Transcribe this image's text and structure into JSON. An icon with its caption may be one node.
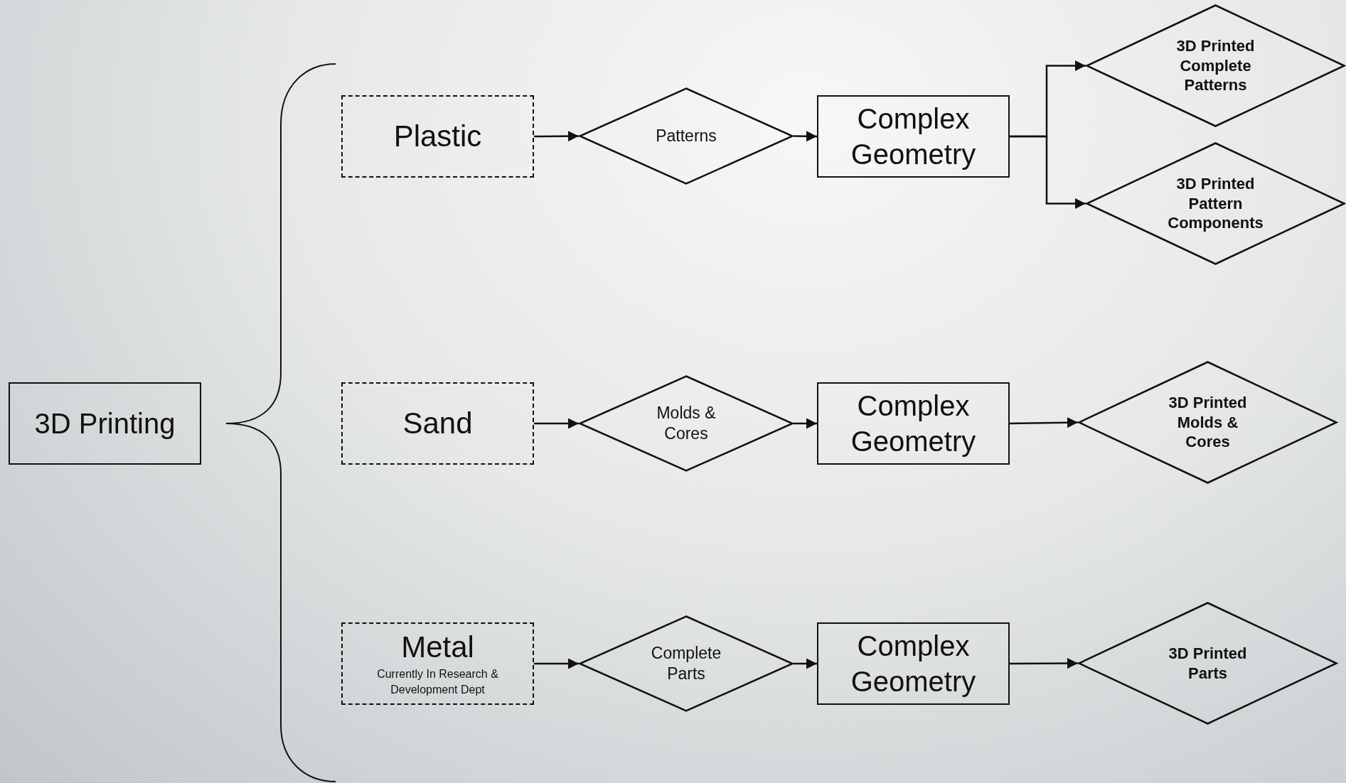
{
  "diagram": {
    "nodes": [
      {
        "text": [
          "3D Printing"
        ]
      },
      {
        "text": [
          "Plastic"
        ]
      },
      {
        "text": [
          "Patterns"
        ]
      },
      {
        "text": [
          "Complex Geometry"
        ]
      },
      {
        "text": [
          "3D Printed Complete Patterns"
        ]
      },
      {
        "text": [
          "3D Printed Pattern Components"
        ]
      },
      {
        "text": [
          "Sand"
        ]
      },
      {
        "text": [
          "Molds & Cores"
        ]
      },
      {
        "text": [
          "Complex Geometry"
        ]
      },
      {
        "text": [
          "3D Printed Molds & Cores"
        ]
      },
      {
        "text": [
          "Metal",
          "Currently In Research & Development Dept"
        ]
      },
      {
        "text": [
          "Complete Parts"
        ]
      },
      {
        "text": [
          "Complex Geometry"
        ]
      },
      {
        "text": [
          "3D Printed Parts"
        ]
      }
    ],
    "edges": [
      {
        "from": 1,
        "to": 2,
        "arrow": "to"
      },
      {
        "from": 2,
        "to": 3,
        "arrow": "to"
      },
      {
        "from": 3,
        "to": 4,
        "arrow": "to"
      },
      {
        "from": 3,
        "to": 5,
        "arrow": "to"
      },
      {
        "from": 6,
        "to": 7,
        "arrow": "to"
      },
      {
        "from": 7,
        "to": 8,
        "arrow": "to"
      },
      {
        "from": 8,
        "to": 9,
        "arrow": "to"
      },
      {
        "from": 10,
        "to": 11,
        "arrow": "to"
      },
      {
        "from": 11,
        "to": 12,
        "arrow": "to"
      },
      {
        "from": 12,
        "to": 13,
        "arrow": "to"
      }
    ]
  }
}
